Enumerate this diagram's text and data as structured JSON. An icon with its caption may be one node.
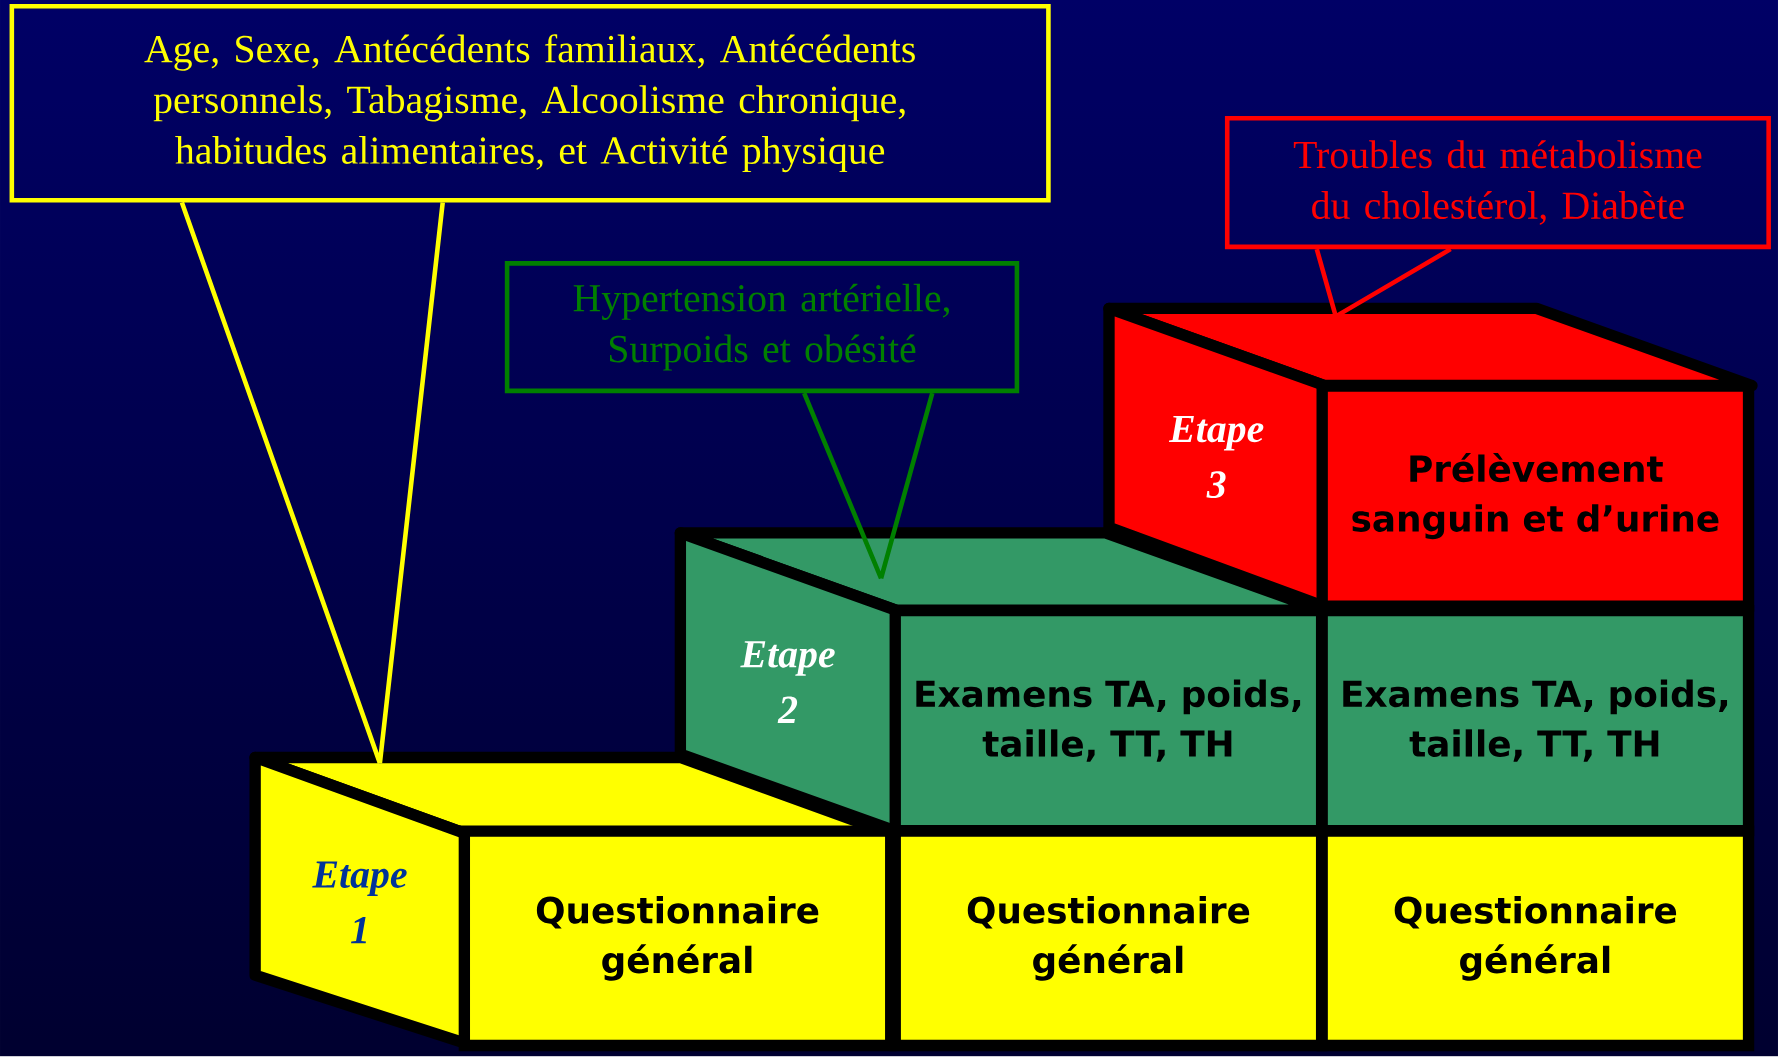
{
  "diagram": {
    "nodes": [
      {
        "text": [
          "Age, Sexe, Antécédents familiaux, Antécédents personnels, Tabagisme, Alcoolisme chronique, habitudes alimentaires, et Activité physique"
        ]
      },
      {
        "text": [
          "Troubles du métabolisme du cholestérol, Diabète"
        ]
      },
      {
        "text": [
          "Hypertension artérielle, Surpoids et obésité"
        ]
      },
      {
        "text": [
          "Etape 3"
        ]
      },
      {
        "text": [
          "Prélèvement sanguin et d’urine"
        ]
      },
      {
        "text": [
          "Etape 2"
        ]
      },
      {
        "text": [
          "Examens TA, poids, taille, TT, TH"
        ]
      },
      {
        "text": [
          "Examens TA, poids, taille, TT, TH"
        ]
      },
      {
        "text": [
          "Etape 1"
        ]
      },
      {
        "text": [
          "Questionnaire général"
        ]
      },
      {
        "text": [
          "Questionnaire général"
        ]
      },
      {
        "text": [
          "Questionnaire général"
        ]
      },
      {
        "text": [],
        "shape": "parallelogram"
      },
      {
        "text": [],
        "shape": "parallelogram"
      },
      {
        "text": [],
        "shape": "parallelogram"
      }
    ],
    "edges": [
      {
        "from": 0,
        "to": 14,
        "arrow": "none",
        "color": "#ffff00"
      },
      {
        "from": 1,
        "to": 12,
        "arrow": "none",
        "color": "#ff0000"
      },
      {
        "from": 2,
        "to": 13,
        "arrow": "none",
        "color": "#008000"
      }
    ]
  }
}
